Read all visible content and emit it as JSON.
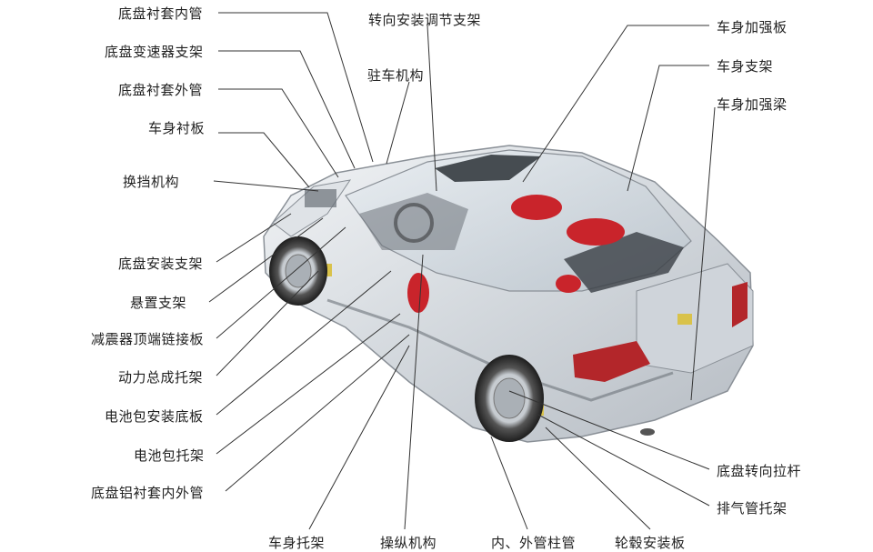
{
  "labels": {
    "chassis_bushing_inner_tube": "底盘衬套内管",
    "chassis_transmission_bracket": "底盘变速器支架",
    "chassis_bushing_outer_tube": "底盘衬套外管",
    "body_liner": "车身衬板",
    "shift_mechanism": "换挡机构",
    "chassis_mounting_bracket": "底盘安装支架",
    "suspension_bracket": "悬置支架",
    "shock_absorber_top_plate": "减震器顶端链接板",
    "powertrain_bracket": "动力总成托架",
    "battery_pack_base_plate": "电池包安装底板",
    "battery_pack_bracket": "电池包托架",
    "chassis_aluminum_bushing": "底盘铝衬套内外管",
    "steering_adjust_bracket": "转向安装调节支架",
    "parking_mechanism": "驻车机构",
    "body_reinforcement_plate": "车身加强板",
    "body_bracket": "车身支架",
    "body_reinforcement_beam": "车身加强梁",
    "chassis_steering_tie_rod": "底盘转向拉杆",
    "exhaust_pipe_bracket": "排气管托架",
    "body_carrier": "车身托架",
    "control_mechanism": "操纵机构",
    "inner_outer_pipe_column": "内、外管柱管",
    "wheel_hub_mount_plate": "轮毂安装板"
  }
}
